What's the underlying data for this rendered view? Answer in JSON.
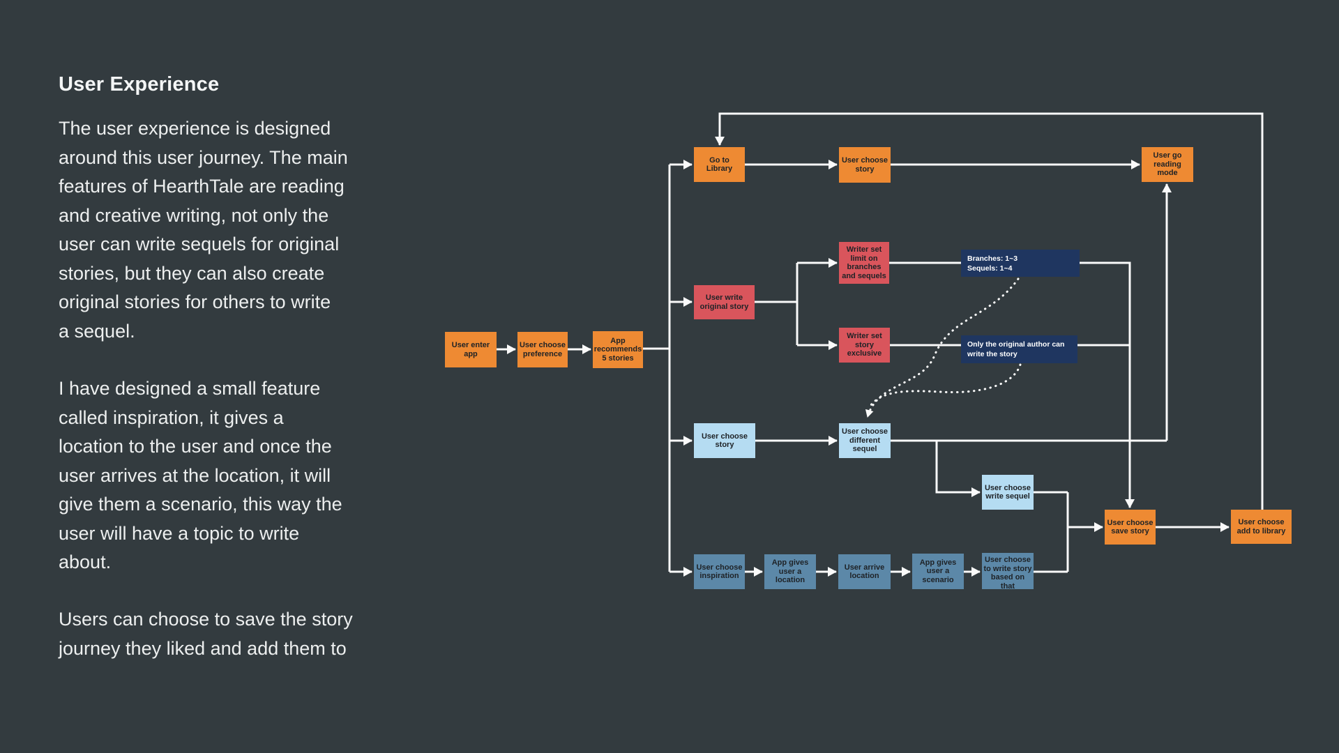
{
  "left_panel": {
    "title": "User Experience",
    "p1": "The user experience is designed\naround this user journey. The main\nfeatures of HearthTale are reading\nand creative writing, not only the\nuser can write sequels for original\nstories, but they can also create\noriginal stories for others to write\na sequel.",
    "p2": "I have designed a small feature\ncalled inspiration, it gives a\nlocation to the user and once the\nuser arrives at the location, it will\ngive them a scenario, this way the\nuser will have a topic to write\nabout.",
    "p3": "Users can choose to save the story\njourney they liked and add them to"
  },
  "diagram": {
    "colors": {
      "background": "#333B3F",
      "orange": "#EE8A33",
      "red": "#D9555C",
      "lightblue": "#B5DCF2",
      "steelblue": "#5C88A8",
      "navy": "#1F3660",
      "connector": "#FAFAFA"
    },
    "nodes": [
      {
        "id": "enter-app",
        "type": "orange",
        "label": "User enter app"
      },
      {
        "id": "choose-preference",
        "type": "orange",
        "label": "User choose preference"
      },
      {
        "id": "app-recommends",
        "type": "orange",
        "label": "App recommends 5 stories"
      },
      {
        "id": "go-to-library",
        "type": "orange",
        "label": "Go to Library"
      },
      {
        "id": "choose-story-top",
        "type": "orange",
        "label": "User choose story"
      },
      {
        "id": "reading-mode",
        "type": "orange",
        "label": "User go reading mode"
      },
      {
        "id": "save-story",
        "type": "orange",
        "label": "User choose save story"
      },
      {
        "id": "add-to-library",
        "type": "orange",
        "label": "User choose add to library"
      },
      {
        "id": "write-original",
        "type": "red",
        "label": "User write original story"
      },
      {
        "id": "set-limit",
        "type": "red",
        "label": "Writer set limit on branches and sequels"
      },
      {
        "id": "set-exclusive",
        "type": "red",
        "label": "Writer set story exclusive"
      },
      {
        "id": "choose-story-mid",
        "type": "lightblue",
        "label": "User choose story"
      },
      {
        "id": "different-sequel",
        "type": "lightblue",
        "label": "User choose different sequel"
      },
      {
        "id": "write-sequel",
        "type": "lightblue",
        "label": "User choose write sequel"
      },
      {
        "id": "choose-inspiration",
        "type": "steelblue",
        "label": "User choose inspiration"
      },
      {
        "id": "gives-location",
        "type": "steelblue",
        "label": "App gives user a location"
      },
      {
        "id": "arrive-location",
        "type": "steelblue",
        "label": "User arrive location"
      },
      {
        "id": "gives-scenario",
        "type": "steelblue",
        "label": "App gives user a scenario"
      },
      {
        "id": "write-story-based",
        "type": "steelblue",
        "label": "User choose to write story based on that"
      },
      {
        "id": "note-branches",
        "type": "navy",
        "label": "Branches: 1~3\nSequels: 1~4"
      },
      {
        "id": "note-author",
        "type": "navy",
        "label": "Only the original author can write the story"
      }
    ]
  }
}
